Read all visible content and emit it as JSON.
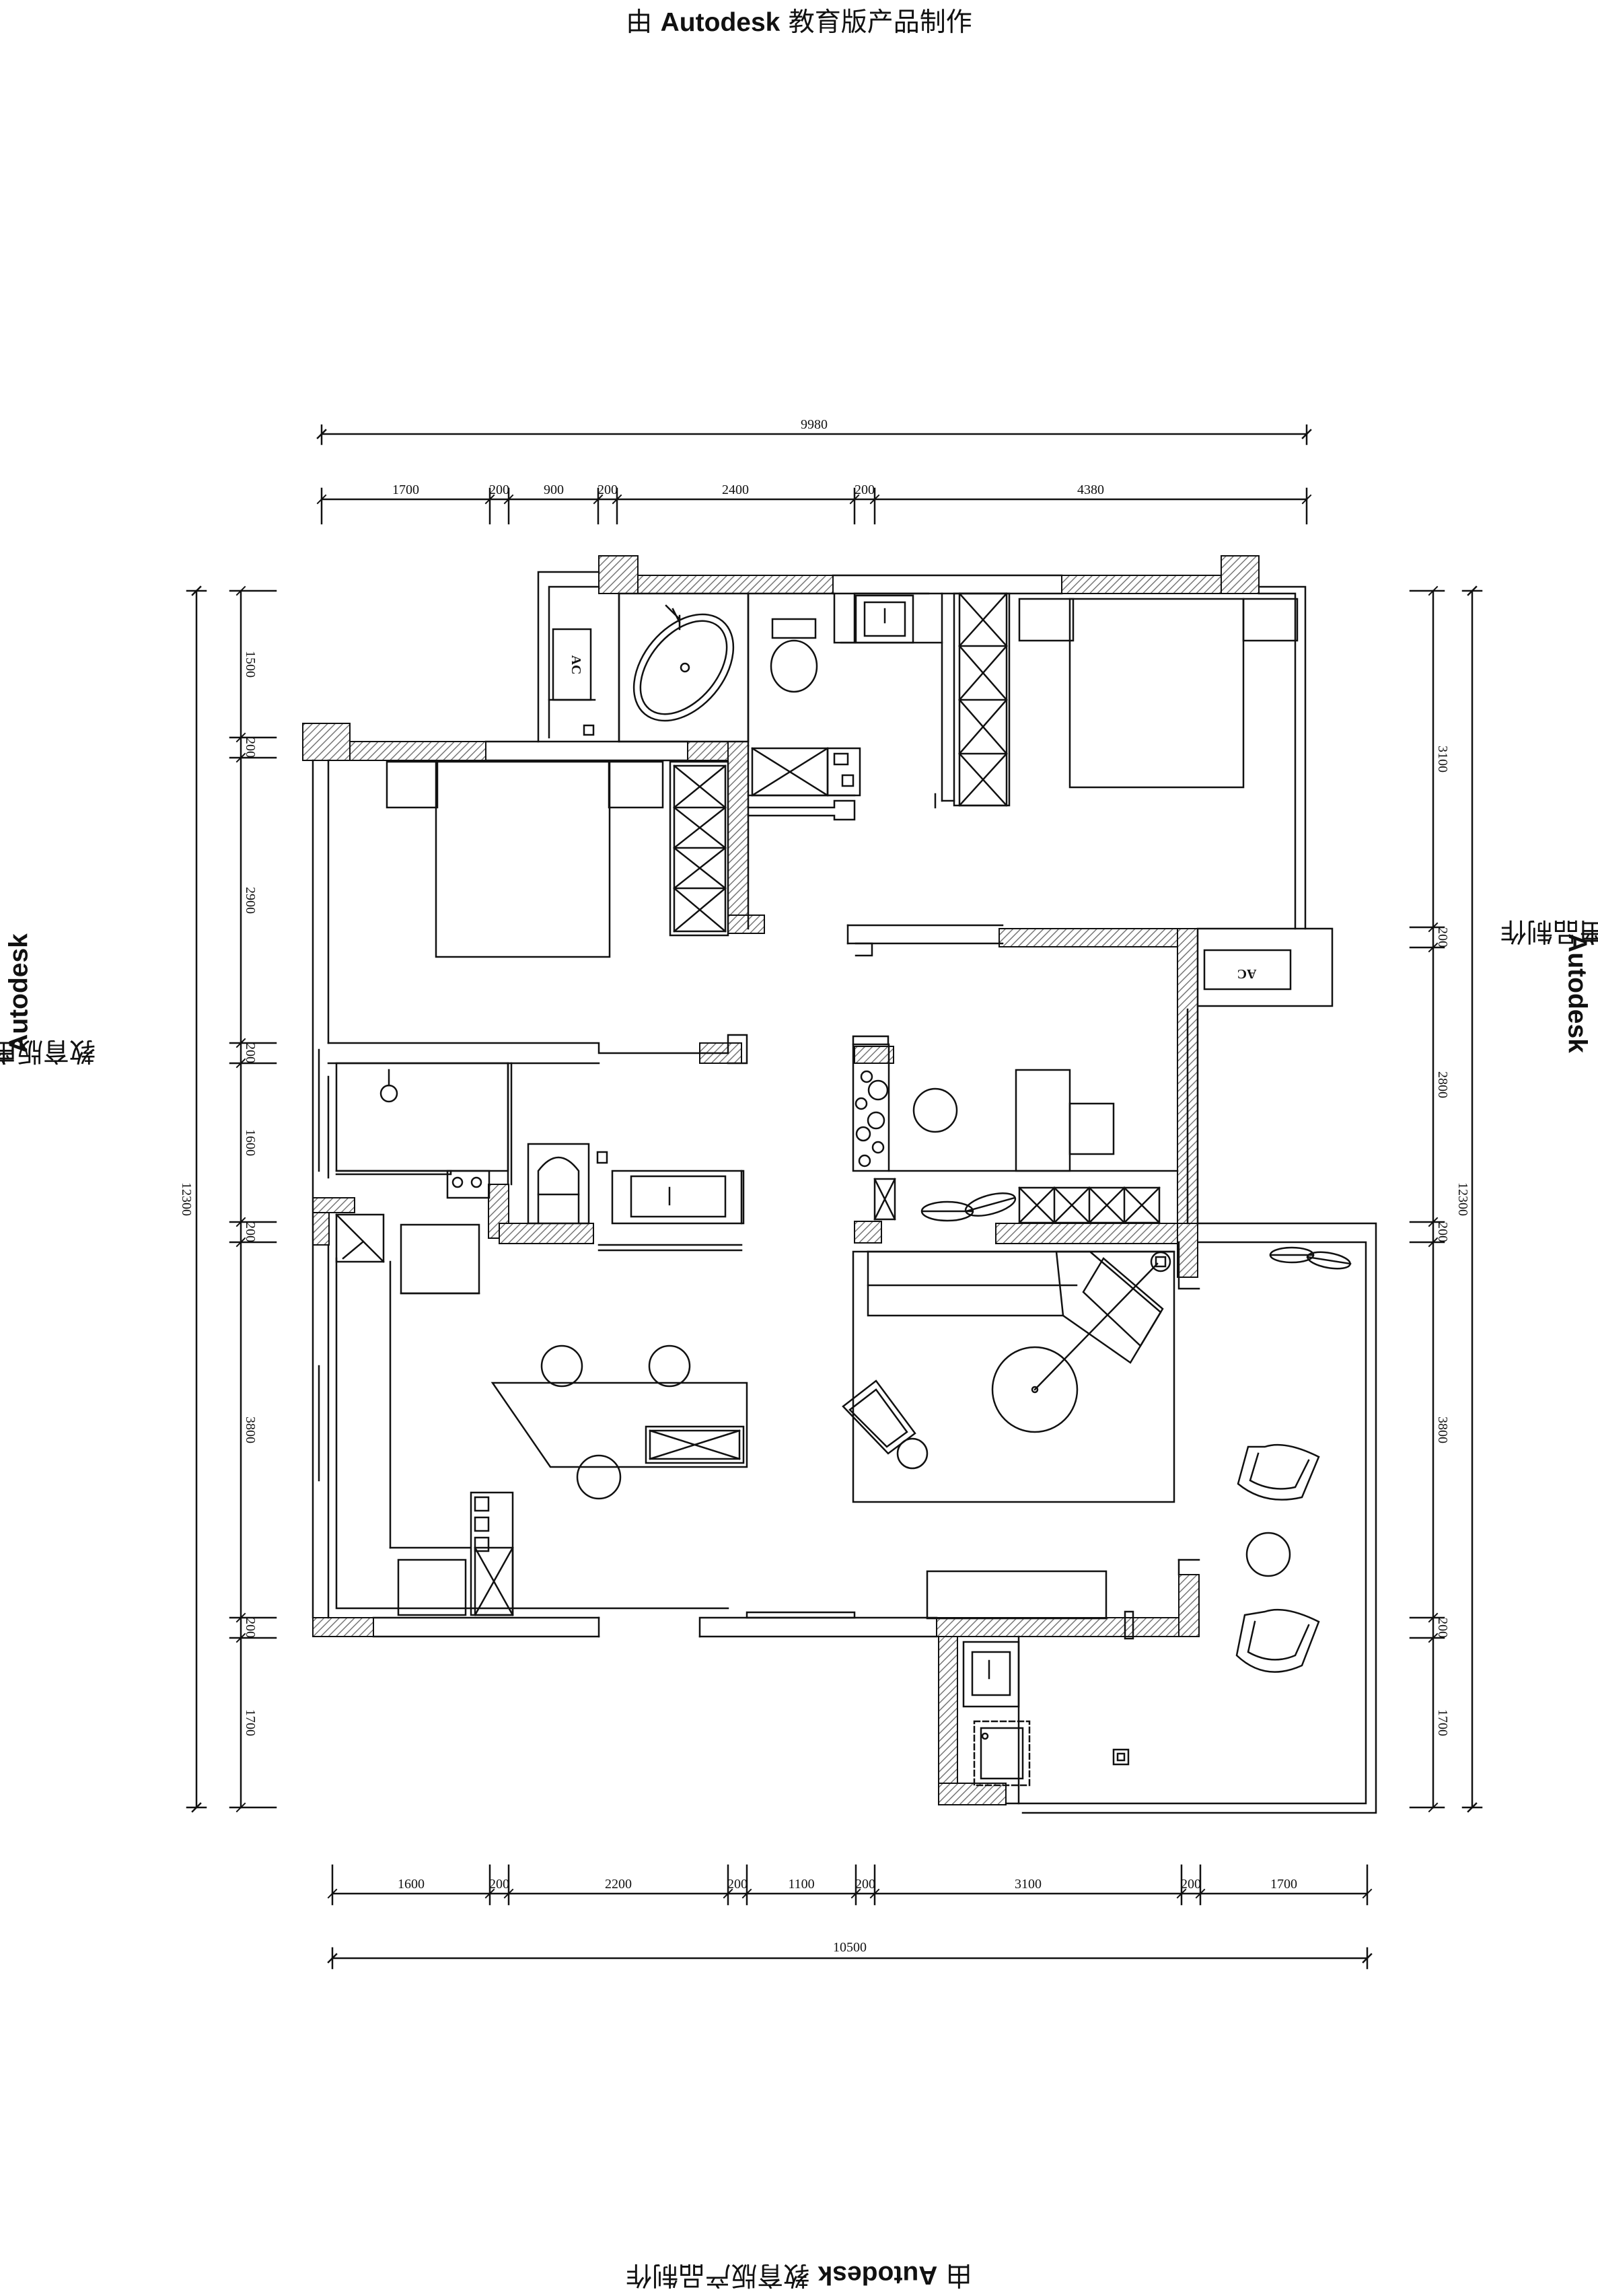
{
  "watermark": {
    "prefix": "由",
    "brand": "Autodesk",
    "suffix": "教育版产品制作"
  },
  "dimensions": {
    "top_total": "9980",
    "top_segments": [
      "1700",
      "200",
      "900",
      "200",
      "2400",
      "200",
      "4380"
    ],
    "bottom_segments": [
      "1600",
      "200",
      "2200",
      "200",
      "1100",
      "200",
      "3100",
      "200",
      "1700"
    ],
    "bottom_total": "10500",
    "left_segments": [
      "1500",
      "200",
      "2900",
      "200",
      "1600",
      "200",
      "3800",
      "200",
      "1700"
    ],
    "left_total": "12300",
    "right_segments": [
      "3100",
      "200",
      "2800",
      "200",
      "3800",
      "200",
      "1700"
    ],
    "right_total": "12300"
  },
  "labels": {
    "ac_top": "AC",
    "ac_right": "AC"
  },
  "colors": {
    "line": "#111111",
    "wall_hatch": "#777777"
  }
}
